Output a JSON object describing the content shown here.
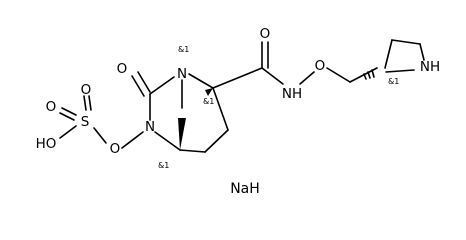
{
  "molecule": {
    "atoms": {
      "o_carbonyl_left": "O",
      "n_bridge_top": "N",
      "n_bridge_left": "N",
      "o_n_link": "O",
      "s_sulfate": "S",
      "o_sulfate_top": "O",
      "o_sulfate_left": "O",
      "oh_sulfate": "HO",
      "o_amide": "O",
      "nh_amide": "NH",
      "o_hydroxylamine": "O",
      "nh_azetidine": "NH"
    },
    "stereo_labels": {
      "n_top": "&1",
      "c_alpha": "&1",
      "c_bottom": "&1",
      "c_azetidine": "&1"
    },
    "counterion": "NaH"
  }
}
